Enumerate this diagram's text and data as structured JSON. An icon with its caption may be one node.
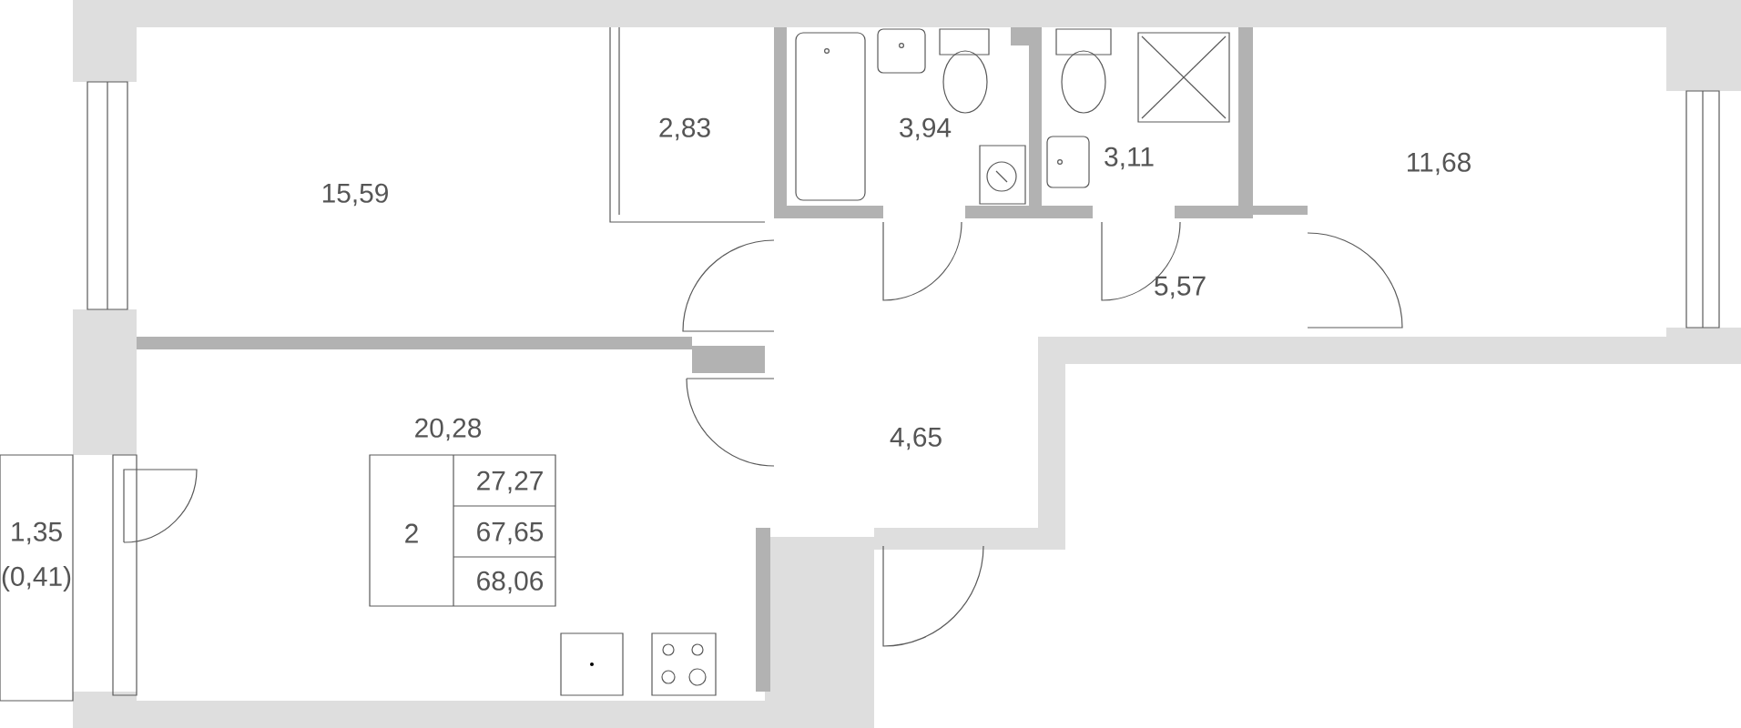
{
  "diagram": {
    "labels": [
      "2,83",
      "3,94",
      "3,11",
      "15,59",
      "11,68",
      "5,57",
      "20,28",
      "4,65",
      "2",
      "27,27",
      "67,65",
      "68,06",
      "1,35",
      "(0,41)"
    ]
  }
}
